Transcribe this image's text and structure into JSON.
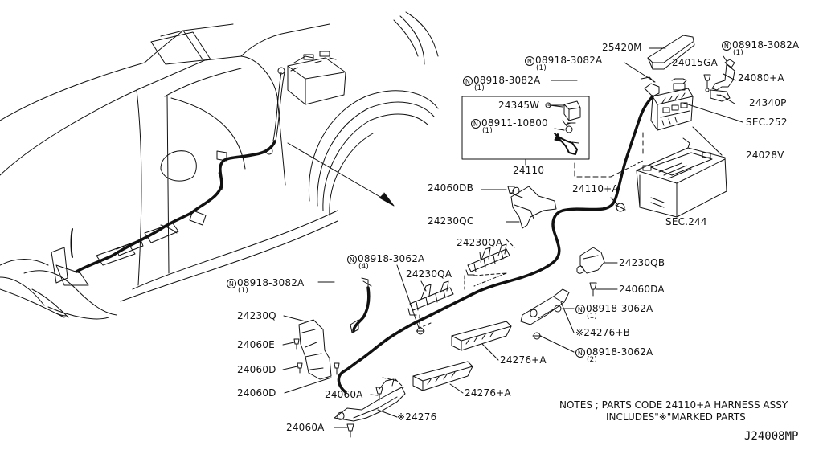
{
  "diagram": {
    "callouts": {
      "p25420m": "25420M",
      "n08918_3082a_top_right": "08918-3082A",
      "n08918_3082a_top_right_qty": "(1)",
      "n08918_3082a_mid": "08918-3082A",
      "n08918_3082a_mid_qty": "(1)",
      "p24015ga": "24015GA",
      "p24080a": "24080+A",
      "n08918_3082a_box": "08918-3082A",
      "n08918_3082a_box_qty": "(1)",
      "p24345w": "24345W",
      "p24340p": "24340P",
      "n08911_10800": "08911-10800",
      "n08911_10800_qty": "(1)",
      "sec252": "SEC.252",
      "p24028v": "24028V",
      "p24110": "24110",
      "p24060db": "24060DB",
      "p24110a": "24110+A",
      "p24230qc": "24230QC",
      "sec244": "SEC.244",
      "p24230qa_top": "24230QA",
      "n08918_3062a_left": "08918-3062A",
      "n08918_3062a_left_qty": "(4)",
      "p24230qa_mid": "24230QA",
      "p24230qb": "24230QB",
      "n08918_3082a_left": "08918-3082A",
      "n08918_3082a_left_qty": "(1)",
      "p24060da": "24060DA",
      "n08918_3062a_right1": "08918-3062A",
      "n08918_3062a_right1_qty": "(1)",
      "p24230q": "24230Q",
      "p24276b": "※24276+B",
      "p24060e": "24060E",
      "n08918_3062a_right2": "08918-3062A",
      "n08918_3062a_right2_qty": "(2)",
      "p24276a_upper": "24276+A",
      "p24060d_1": "24060D",
      "p24060d_2": "24060D",
      "p24276a_lower": "24276+A",
      "p24060a_upper": "24060A",
      "p24276": "※24276",
      "p24060a_lower": "24060A"
    },
    "nut_symbol": "N",
    "notes": {
      "line1": "NOTES ; PARTS CODE 24110+A HARNESS ASSY",
      "line2": "INCLUDES\"※\"MARKED PARTS"
    },
    "diagram_code": "J24008MP"
  }
}
